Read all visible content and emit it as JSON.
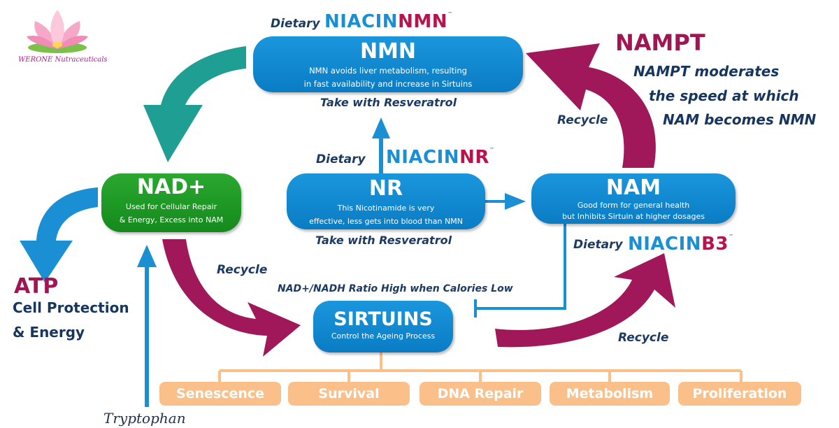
{
  "logo": {
    "company": "WERONE Nutraceuticals"
  },
  "colors": {
    "blue": "#1a8fd6",
    "green": "#1e9a25",
    "maroon": "#a01652",
    "teal": "#1f9e93",
    "orange": "#fbc08a",
    "navy": "#16365e"
  },
  "nmn": {
    "dietary_label": "Dietary",
    "brand_a": "NIACIN",
    "brand_b": "NMN",
    "tm": "™",
    "title": "NMN",
    "line1": "NMN avoids liver metabolism, resulting",
    "line2": "in fast availability and increase in Sirtuins",
    "note": "Take with Resveratrol"
  },
  "nampt": {
    "title": "NAMPT",
    "line1": "NAMPT moderates",
    "line2": "the speed at which",
    "line3": "NAM becomes NMN"
  },
  "nad": {
    "title": "NAD+",
    "line1": "Used for Cellular Repair",
    "line2": "& Energy, Excess into NAM"
  },
  "nr": {
    "dietary_label": "Dietary",
    "brand_a": "NIACIN",
    "brand_b": "NR",
    "tm": "™",
    "title": "NR",
    "line1": "This Nicotinamide is very",
    "line2": "effective, less gets into blood than NMN",
    "note": "Take with Resveratrol"
  },
  "nam": {
    "title": "NAM",
    "line1": "Good form for general health",
    "line2": "but Inhibits Sirtuin at higher dosages",
    "dietary_label": "Dietary",
    "brand_a": "NIACIN",
    "brand_b": "B3",
    "tm": "™"
  },
  "atp": {
    "title": "ATP",
    "line1": "Cell Protection",
    "line2": "& Energy"
  },
  "sirtuins": {
    "title": "SIRTUINS",
    "subtitle": "Control the Ageing Process",
    "ratio_note": "NAD+/NADH Ratio High when Calories Low"
  },
  "recycle_labels": {
    "top_right": "Recycle",
    "left": "Recycle",
    "bottom_right": "Recycle"
  },
  "tryptophan": "Tryptophan",
  "outcomes": [
    "Senescence",
    "Survival",
    "DNA Repair",
    "Metabolism",
    "Proliferation"
  ]
}
